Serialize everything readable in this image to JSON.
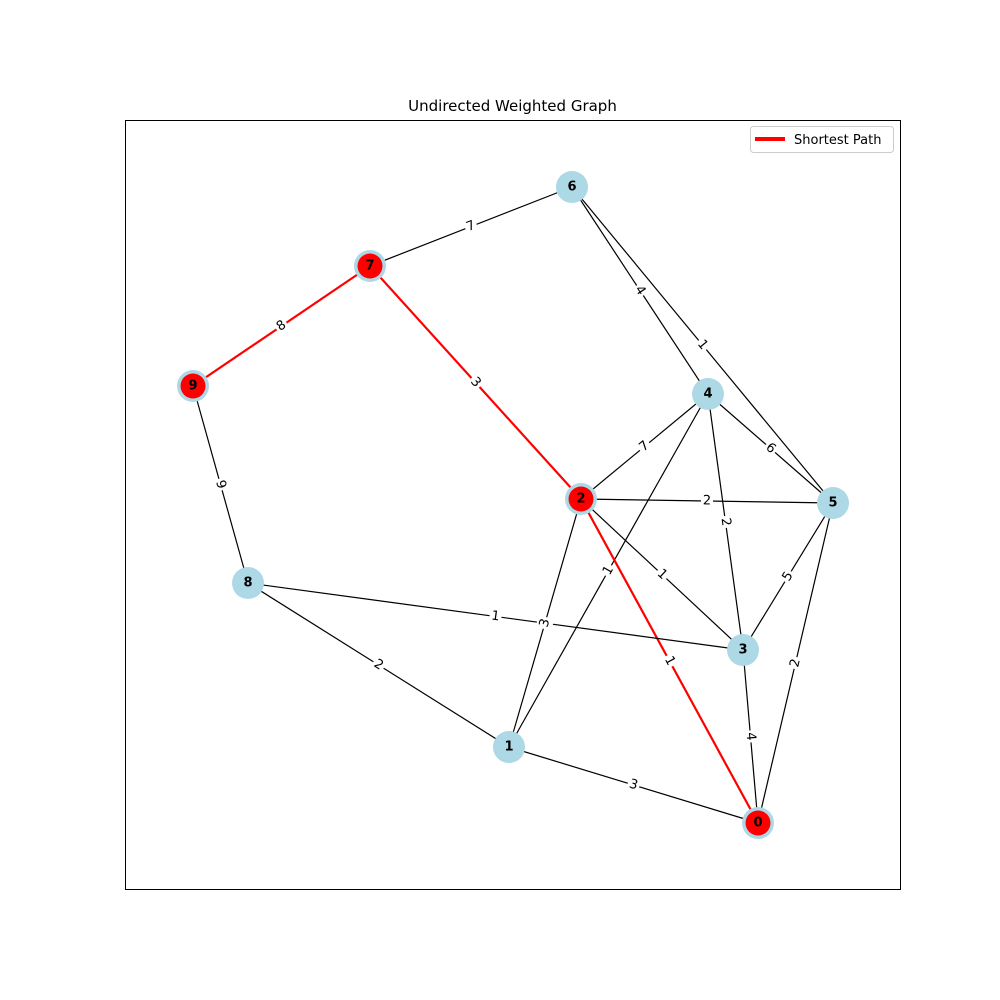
{
  "title": "Undirected Weighted Graph",
  "legend": {
    "label": "Shortest Path",
    "color": "#ff0000"
  },
  "colors": {
    "node_default": "#add8e6",
    "node_path": "#ff0000",
    "edge_default": "#000000",
    "edge_path": "#ff0000"
  },
  "nodes": [
    {
      "id": "0",
      "label": "0",
      "on_path": true
    },
    {
      "id": "1",
      "label": "1",
      "on_path": false
    },
    {
      "id": "2",
      "label": "2",
      "on_path": true
    },
    {
      "id": "3",
      "label": "3",
      "on_path": false
    },
    {
      "id": "4",
      "label": "4",
      "on_path": false
    },
    {
      "id": "5",
      "label": "5",
      "on_path": false
    },
    {
      "id": "6",
      "label": "6",
      "on_path": false
    },
    {
      "id": "7",
      "label": "7",
      "on_path": true
    },
    {
      "id": "8",
      "label": "8",
      "on_path": false
    },
    {
      "id": "9",
      "label": "9",
      "on_path": true
    }
  ],
  "edges": [
    {
      "source": "6",
      "target": "7",
      "weight": "7",
      "on_path": false
    },
    {
      "source": "6",
      "target": "4",
      "weight": "4",
      "on_path": false
    },
    {
      "source": "6",
      "target": "5",
      "weight": "1",
      "on_path": false
    },
    {
      "source": "7",
      "target": "9",
      "weight": "8",
      "on_path": true
    },
    {
      "source": "7",
      "target": "2",
      "weight": "3",
      "on_path": true
    },
    {
      "source": "9",
      "target": "8",
      "weight": "9",
      "on_path": false
    },
    {
      "source": "4",
      "target": "2",
      "weight": "7",
      "on_path": false
    },
    {
      "source": "4",
      "target": "5",
      "weight": "6",
      "on_path": false
    },
    {
      "source": "4",
      "target": "3",
      "weight": "2",
      "on_path": false
    },
    {
      "source": "4",
      "target": "1",
      "weight": "1",
      "on_path": false
    },
    {
      "source": "2",
      "target": "5",
      "weight": "2",
      "on_path": false
    },
    {
      "source": "2",
      "target": "3",
      "weight": "1",
      "on_path": false
    },
    {
      "source": "2",
      "target": "1",
      "weight": "3",
      "on_path": false
    },
    {
      "source": "2",
      "target": "0",
      "weight": "1",
      "on_path": true
    },
    {
      "source": "5",
      "target": "3",
      "weight": "5",
      "on_path": false
    },
    {
      "source": "5",
      "target": "0",
      "weight": "2",
      "on_path": false
    },
    {
      "source": "8",
      "target": "3",
      "weight": "1",
      "on_path": false
    },
    {
      "source": "8",
      "target": "1",
      "weight": "2",
      "on_path": false
    },
    {
      "source": "3",
      "target": "0",
      "weight": "4",
      "on_path": false
    },
    {
      "source": "1",
      "target": "0",
      "weight": "3",
      "on_path": false
    }
  ]
}
